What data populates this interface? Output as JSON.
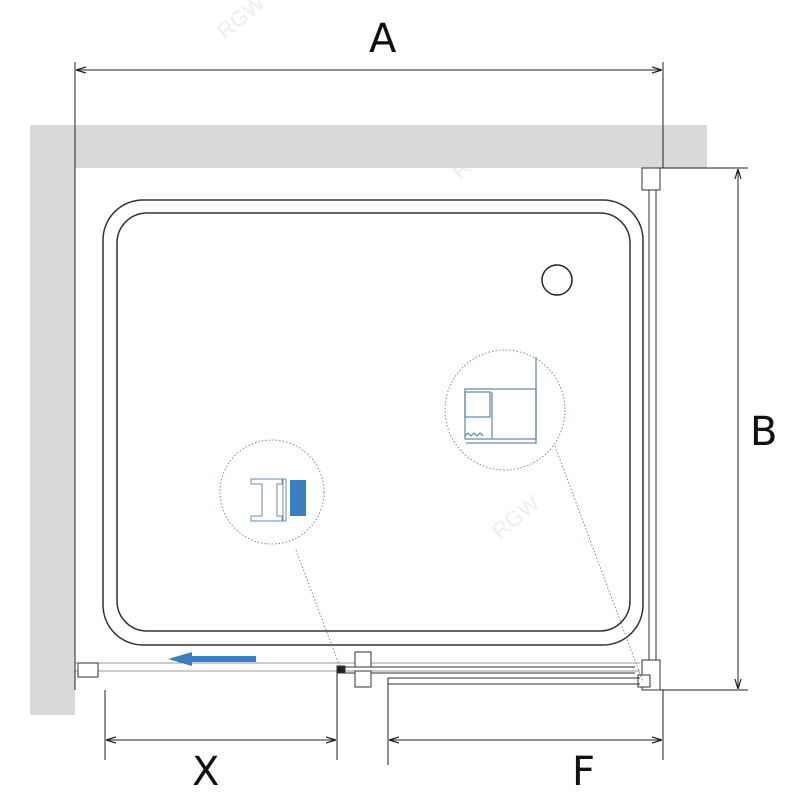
{
  "dimensions": {
    "width_label": "A",
    "depth_label": "B",
    "opening_label": "X",
    "fixed_panel_label": "F"
  },
  "watermark": "RGW",
  "colors": {
    "wall": "#d9d9d9",
    "line": "#222222",
    "accent": "#3a7fc1",
    "detail_line": "#6b8db5"
  }
}
